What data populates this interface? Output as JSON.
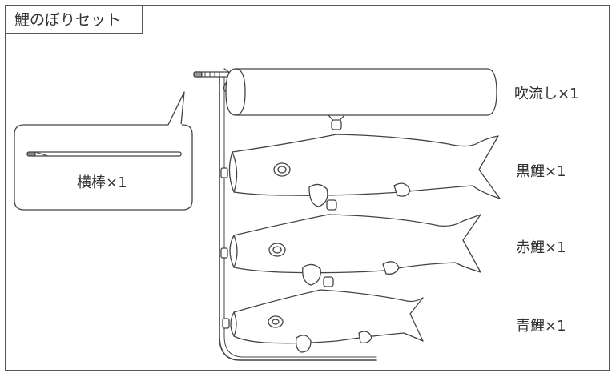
{
  "title": "鯉のぼりセット",
  "parts": {
    "pole": "横棒×1",
    "streamer": "吹流し×1",
    "black_carp": "黒鯉×1",
    "red_carp": "赤鯉×1",
    "blue_carp": "青鯉×1"
  }
}
